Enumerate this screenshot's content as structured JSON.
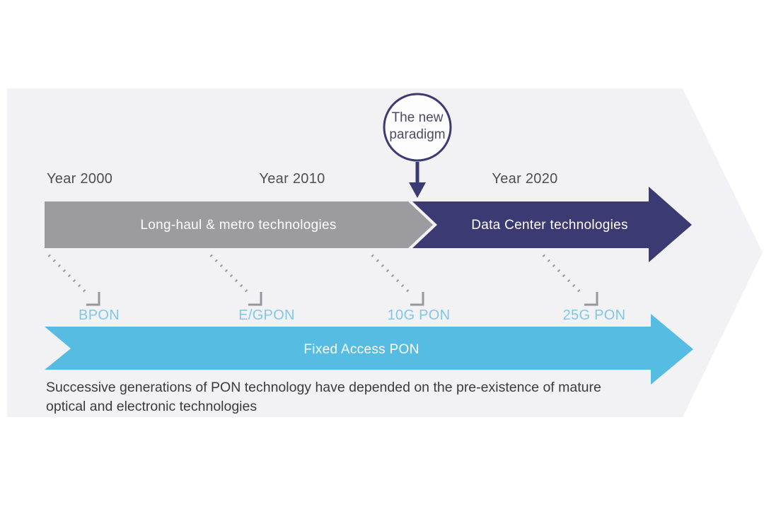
{
  "diagram": {
    "bubble": {
      "line1": "The new",
      "line2": "paradigm"
    },
    "years": [
      {
        "label": "Year 2000"
      },
      {
        "label": "Year 2010"
      },
      {
        "label": "Year 2020"
      }
    ],
    "top_track": {
      "left_segment_label": "Long-haul & metro technologies",
      "right_segment_label": "Data Center technologies"
    },
    "pon_generations": [
      {
        "label": "BPON"
      },
      {
        "label": "E/GPON"
      },
      {
        "label": "10G PON"
      },
      {
        "label": "25G PON"
      }
    ],
    "bottom_track": {
      "label": "Fixed Access PON"
    },
    "caption": "Successive generations of PON technology have depended on the pre-existence of mature optical and electronic technologies"
  },
  "colors": {
    "backdrop": "#f2f2f4",
    "gray_arrow": "#9c9ba0",
    "navy_arrow": "#3c3a73",
    "blue_arrow": "#57bce2",
    "pon_text": "#7fc9e7",
    "year_text": "#4e4d52",
    "caption_text": "#3b3b3d",
    "dotted_arrow": "#98979d",
    "bubble_border": "#3c3a73"
  }
}
